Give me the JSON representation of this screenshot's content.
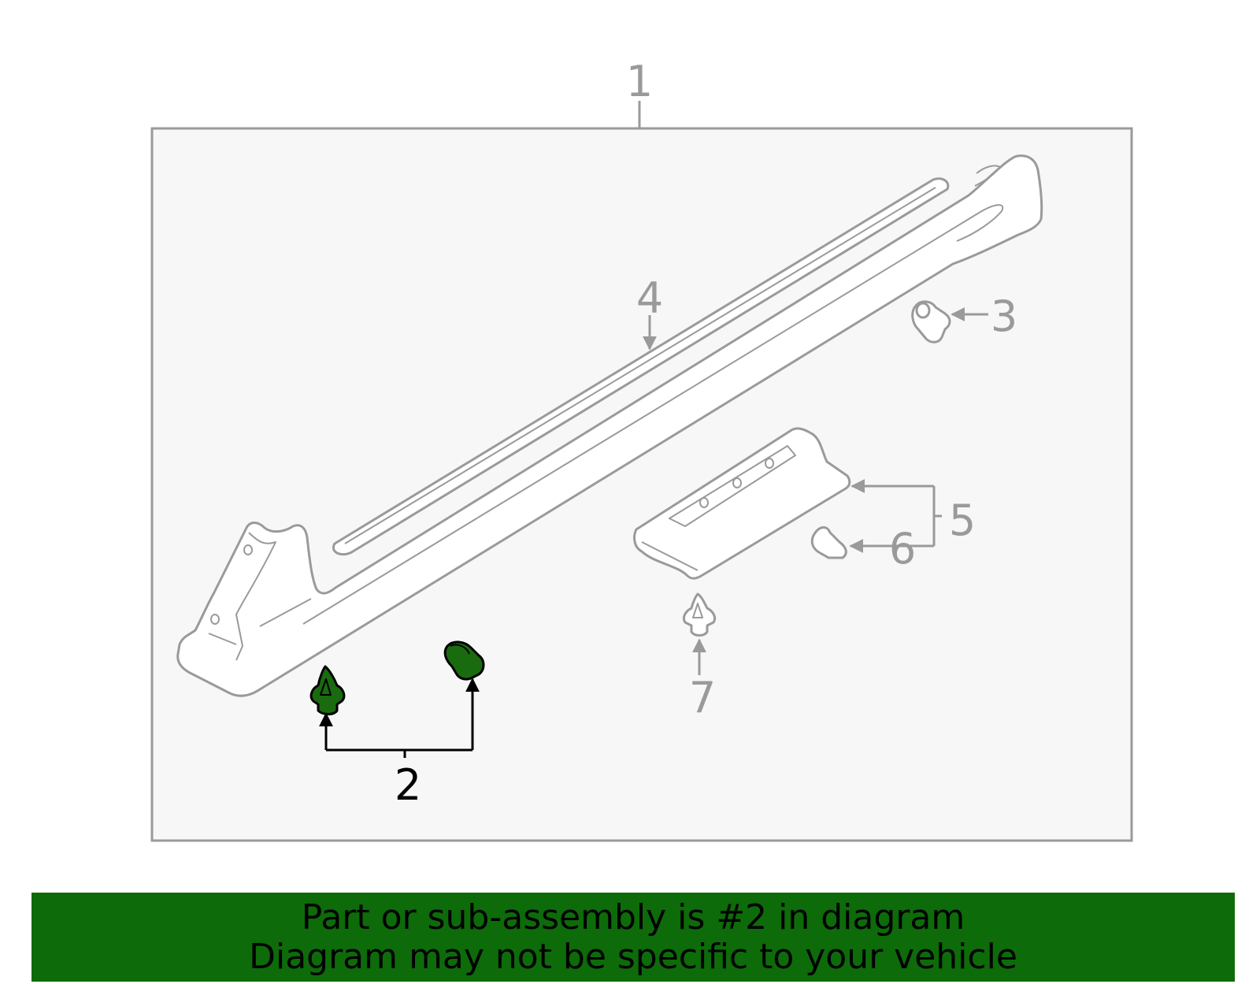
{
  "colors": {
    "panel_fill": "#f7f7f7",
    "panel_stroke": "#9a9a9a",
    "part_stroke": "#9a9a9a",
    "highlight_fill": "#1a6b0f",
    "highlight_stroke": "#000000",
    "banner_bg": "#0d6b0a",
    "banner_text": "#000000"
  },
  "callouts": {
    "c1": "1",
    "c2": "2",
    "c3": "3",
    "c4": "4",
    "c5": "5",
    "c6": "6",
    "c7": "7"
  },
  "highlighted_part": "2",
  "banner": {
    "line1": "Part or sub-assembly is #2 in diagram",
    "line2": "Diagram may not be specific to your vehicle"
  }
}
